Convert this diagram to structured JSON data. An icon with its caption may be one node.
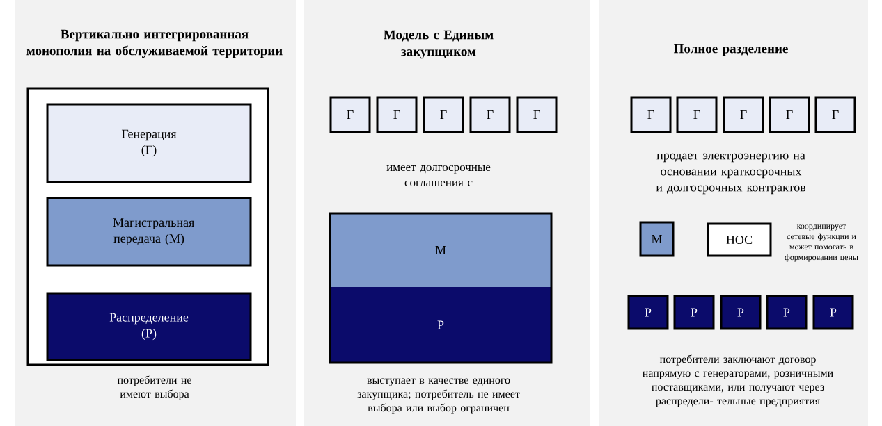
{
  "diagram": {
    "nodes": [
      {
        "text": [
          "Вертикально интегрированная монополия на обслуживаемой территории",
          "потребители не имеют выбора"
        ]
      },
      {
        "text": [],
        "shape": "box",
        "in": 0
      },
      {
        "text": [
          "Генерация (Г)"
        ],
        "in": 1
      },
      {
        "text": [
          "Магистральная передача (М)"
        ],
        "in": 1
      },
      {
        "text": [
          "Распределение (Р)"
        ],
        "in": 1
      },
      {
        "text": [
          "Модель с Единым закупщиком",
          "имеет долгосрочные соглашения с",
          "выступает в качестве единого закупщика; потребитель не имеет выбора или выбор ограничен"
        ]
      },
      {
        "text": [
          "Г"
        ],
        "in": 5
      },
      {
        "text": [
          "Г"
        ],
        "in": 5
      },
      {
        "text": [
          "Г"
        ],
        "in": 5
      },
      {
        "text": [
          "Г"
        ],
        "in": 5
      },
      {
        "text": [
          "Г"
        ],
        "in": 5
      },
      {
        "text": [
          "М"
        ],
        "in": 5
      },
      {
        "text": [
          "Р"
        ],
        "in": 5
      },
      {
        "text": [
          "Полное разделение",
          "продает электроэнергию на основании краткосрочных и долгосрочных контрактов",
          "потребители заключают договор напрямую с генераторами, розничными поставщиками, или получают через распредели- тельные предприятия"
        ]
      },
      {
        "text": [
          "Г"
        ],
        "in": 13
      },
      {
        "text": [
          "Г"
        ],
        "in": 13
      },
      {
        "text": [
          "Г"
        ],
        "in": 13
      },
      {
        "text": [
          "Г"
        ],
        "in": 13
      },
      {
        "text": [
          "Г"
        ],
        "in": 13
      },
      {
        "text": [
          "М"
        ],
        "in": 13
      },
      {
        "text": [
          "НОС"
        ],
        "in": 13,
        "beside": [
          "координирует сетевые функции и может помогать в формировании цены"
        ]
      },
      {
        "text": [
          "Р"
        ],
        "in": 13
      },
      {
        "text": [
          "Р"
        ],
        "in": 13
      },
      {
        "text": [
          "Р"
        ],
        "in": 13
      },
      {
        "text": [
          "Р"
        ],
        "in": 13
      },
      {
        "text": [
          "Р"
        ],
        "in": 13
      }
    ]
  }
}
